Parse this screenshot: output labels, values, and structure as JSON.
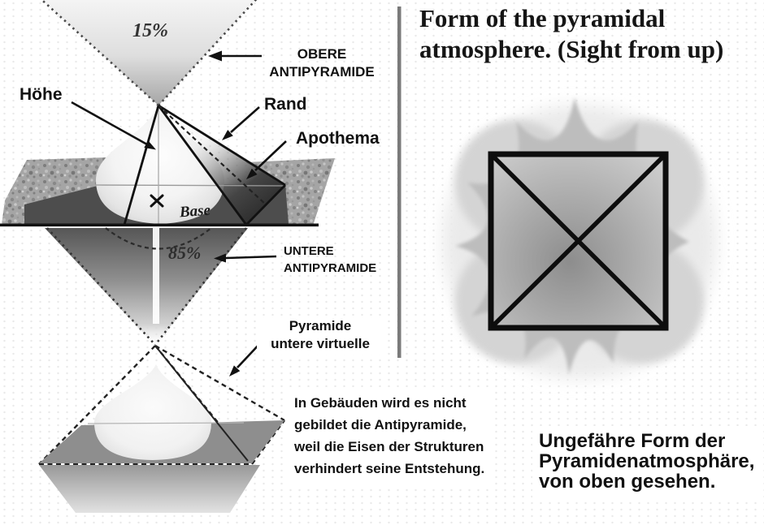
{
  "figure_left": {
    "percent_top": "15%",
    "percent_bottom": "85%",
    "label_hoehe": "Höhe",
    "label_rand": "Rand",
    "label_apothema": "Apothema",
    "label_base": "Base",
    "label_obere": {
      "line1": "OBERE",
      "line2": "ANTIPYRAMIDE"
    },
    "label_untere": {
      "line1": "UNTERE",
      "line2": "ANTIPYRAMIDE"
    },
    "label_virtual": {
      "line1": "Pyramide",
      "line2": "untere virtuelle"
    },
    "note": {
      "line1": "In Gebäuden wird es nicht",
      "line2": "gebildet die Antipyramide,",
      "line3": "weil die Eisen der Strukturen",
      "line4": "verhindert seine Entstehung."
    }
  },
  "figure_right": {
    "title": {
      "line1": "Form of the pyramidal",
      "line2": "atmosphere. (Sight from up)"
    },
    "caption": {
      "line1": "Ungefähre Form der",
      "line2": "Pyramidenatmosphäre,",
      "line3": "von oben gesehen."
    }
  },
  "colors": {
    "ink": "#111111",
    "divider": "#7a7a7a",
    "ground_speckle": "#a5a5a5",
    "shadow_dark": "#4d4d4d",
    "lower_shadow": "#8e8e8e",
    "blob_mid": "#bdbdbd",
    "blob_light": "#d4d4d4",
    "blob_halo": "#eaeaea"
  }
}
